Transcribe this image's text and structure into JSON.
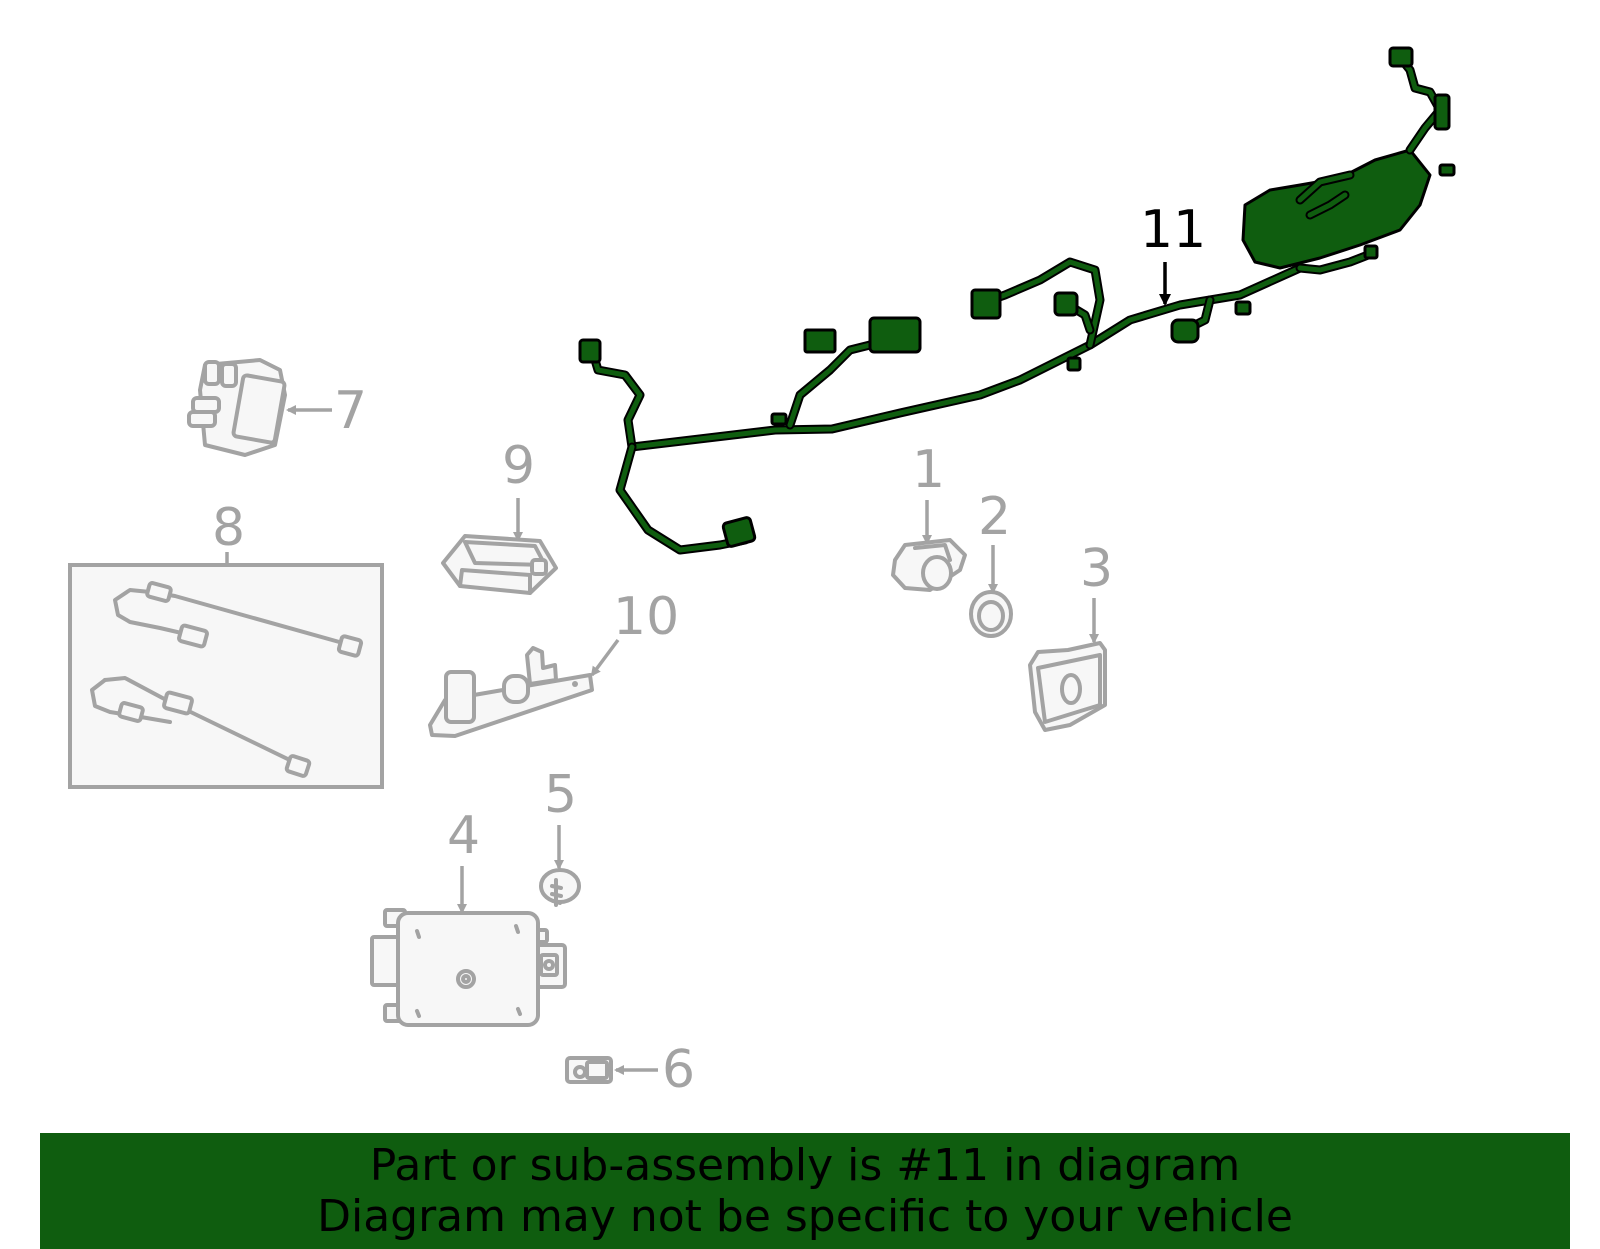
{
  "callouts": {
    "c1": "1",
    "c2": "2",
    "c3": "3",
    "c4": "4",
    "c5": "5",
    "c6": "6",
    "c7": "7",
    "c8": "8",
    "c9": "9",
    "c10": "10",
    "c11": "11"
  },
  "highlighted_part": "11",
  "banner": {
    "line1": "Part or sub-assembly is #11 in diagram",
    "line2": "Diagram may not be specific to your vehicle"
  },
  "colors": {
    "highlight": "#0f5d0f",
    "line_art": "#a3a3a3",
    "background": "#ffffff"
  }
}
